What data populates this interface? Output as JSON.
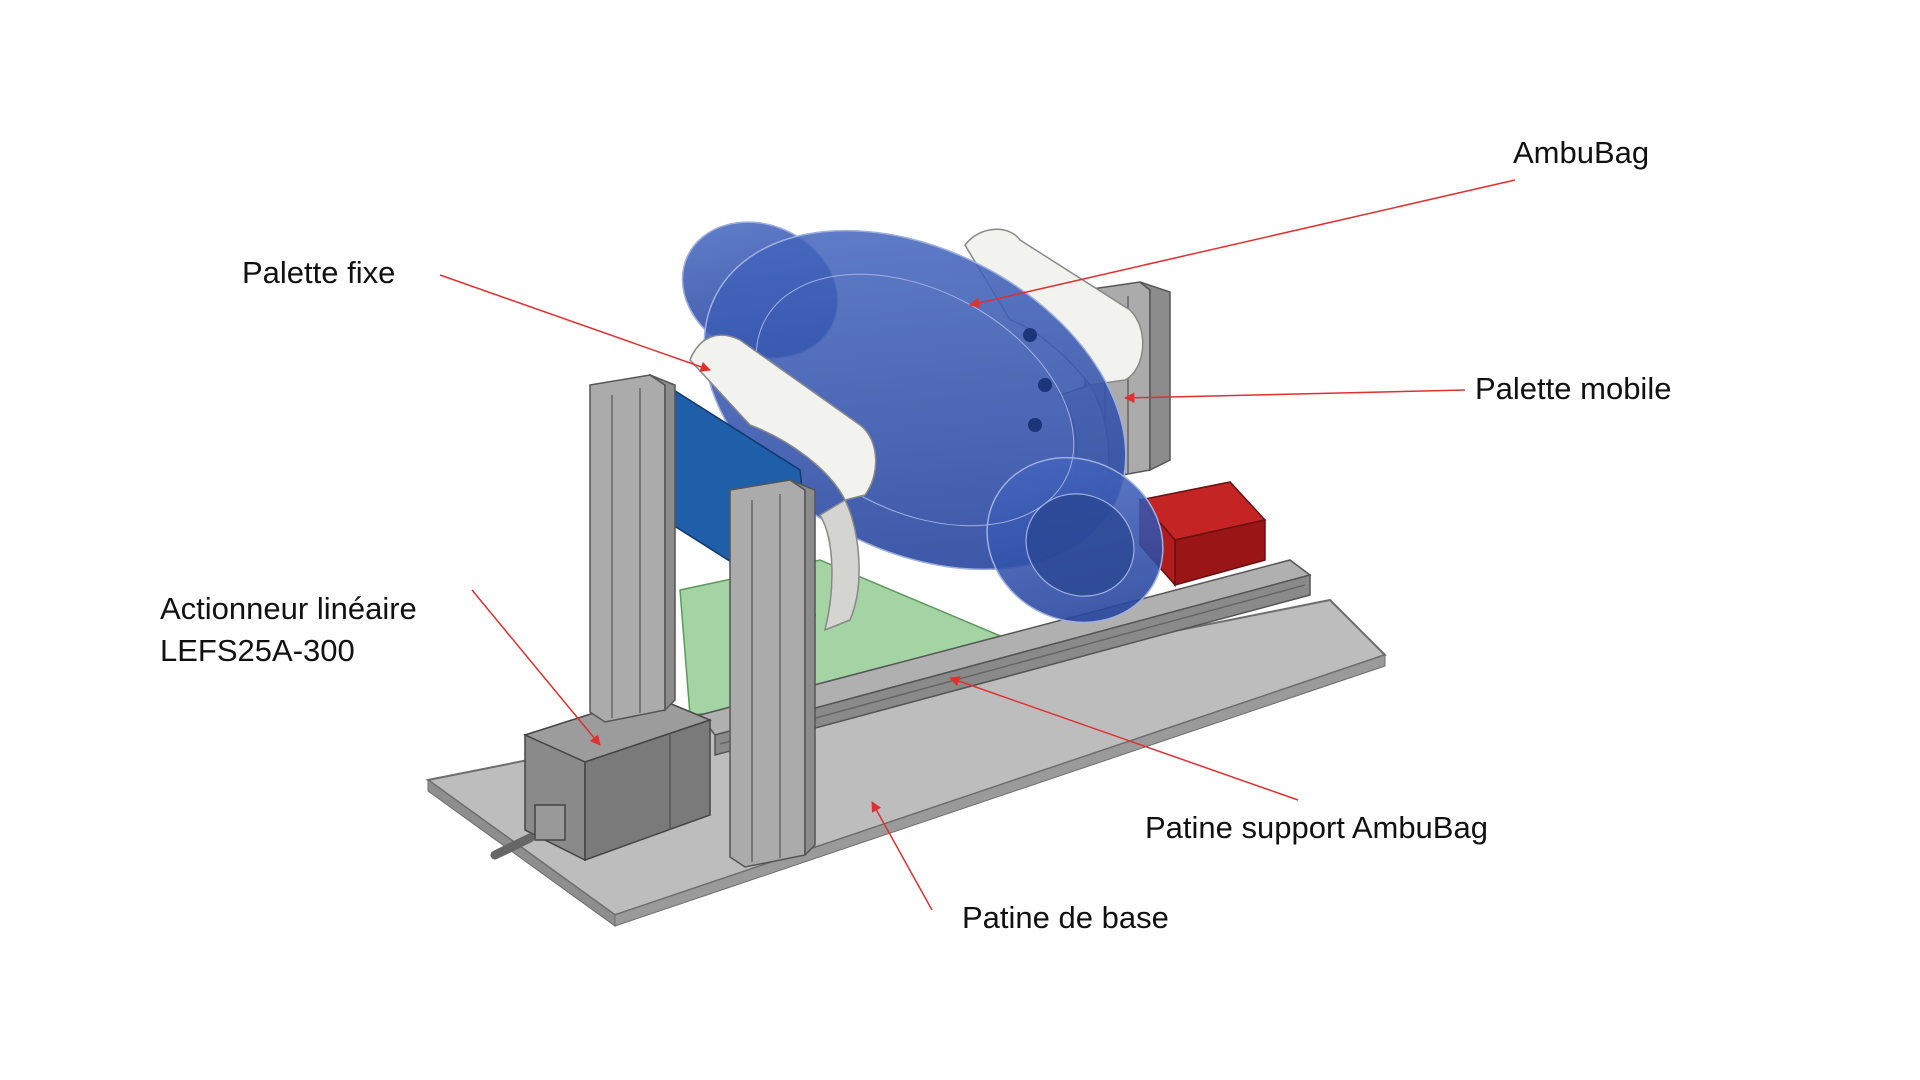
{
  "labels": {
    "ambubag": "AmbuBag",
    "palette_fixe": "Palette fixe",
    "palette_mobile": "Palette mobile",
    "actionneur_line1": "Actionneur linéaire",
    "actionneur_line2": "LEFS25A-300",
    "patine_support": "Patine support AmbuBag",
    "patine_base": "Patine de base"
  },
  "colors": {
    "leader_line": "#e03030",
    "base_plate": "#b8b8b8",
    "aluminium_profile": "#a8a8a8",
    "ambubag": "#2e4fa8",
    "fixed_paddle_plate": "#1f5ea8",
    "paddle": "#f2f2ee",
    "actuator_block": "#b52020",
    "support_slide": "#7fc07f"
  }
}
